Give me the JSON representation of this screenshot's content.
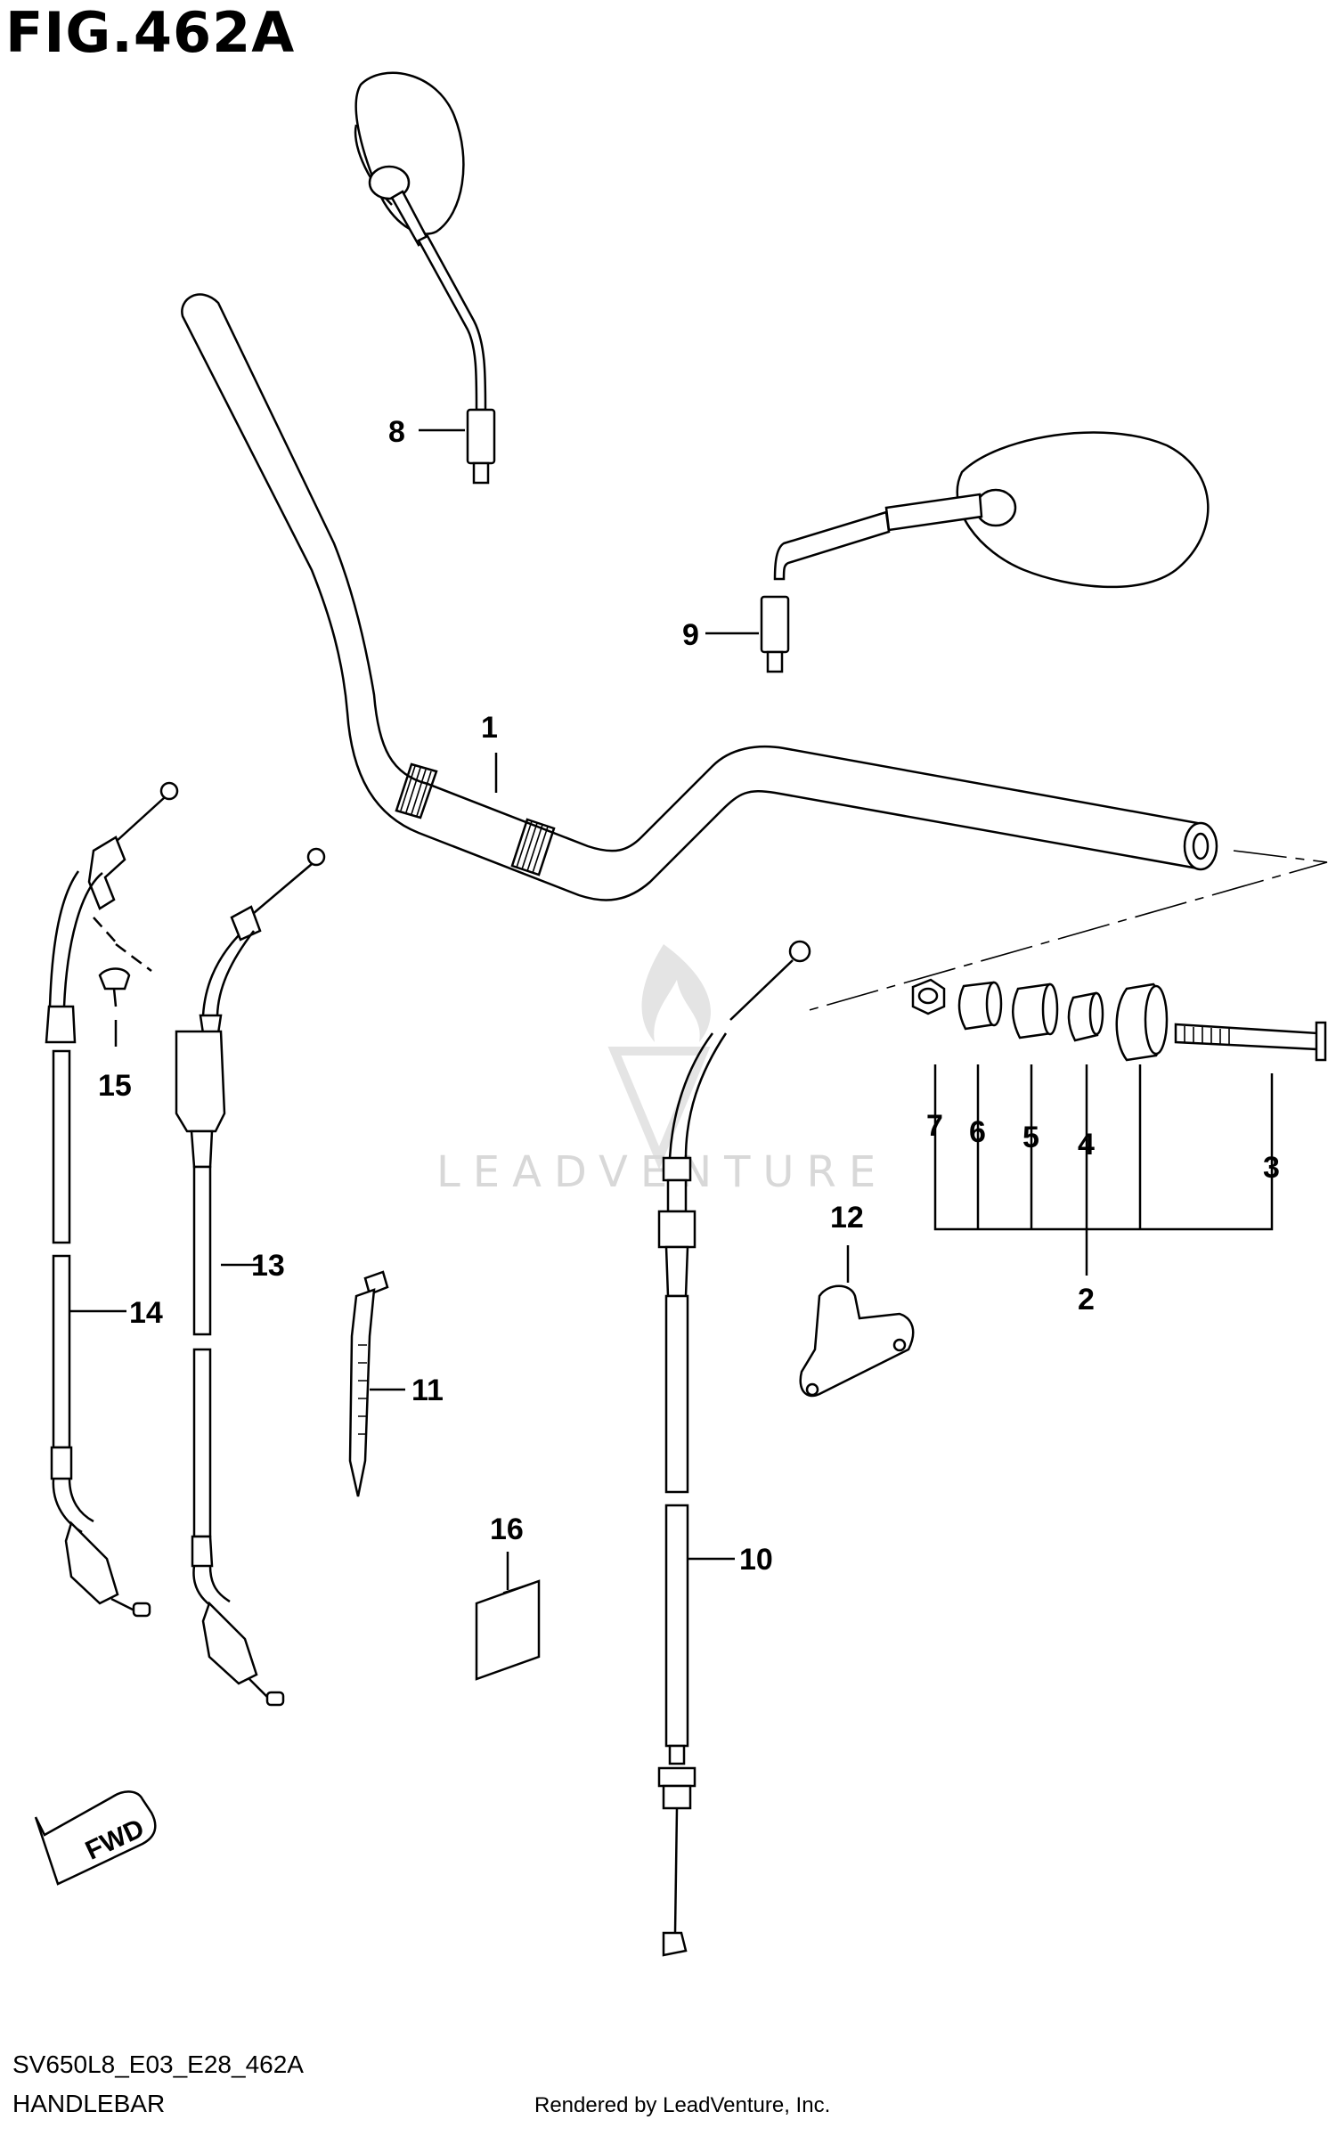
{
  "figure": {
    "title": "FIG.462A",
    "model_code": "SV650L8_E03_E28_462A",
    "section_name": "HANDLEBAR",
    "rendered_by": "Rendered by LeadVenture, Inc.",
    "watermark": "LEADVENTURE",
    "direction_marker": "FWD"
  },
  "callouts": [
    "1",
    "2",
    "3",
    "4",
    "5",
    "6",
    "7",
    "8",
    "9",
    "10",
    "11",
    "12",
    "13",
    "14",
    "15",
    "16"
  ]
}
